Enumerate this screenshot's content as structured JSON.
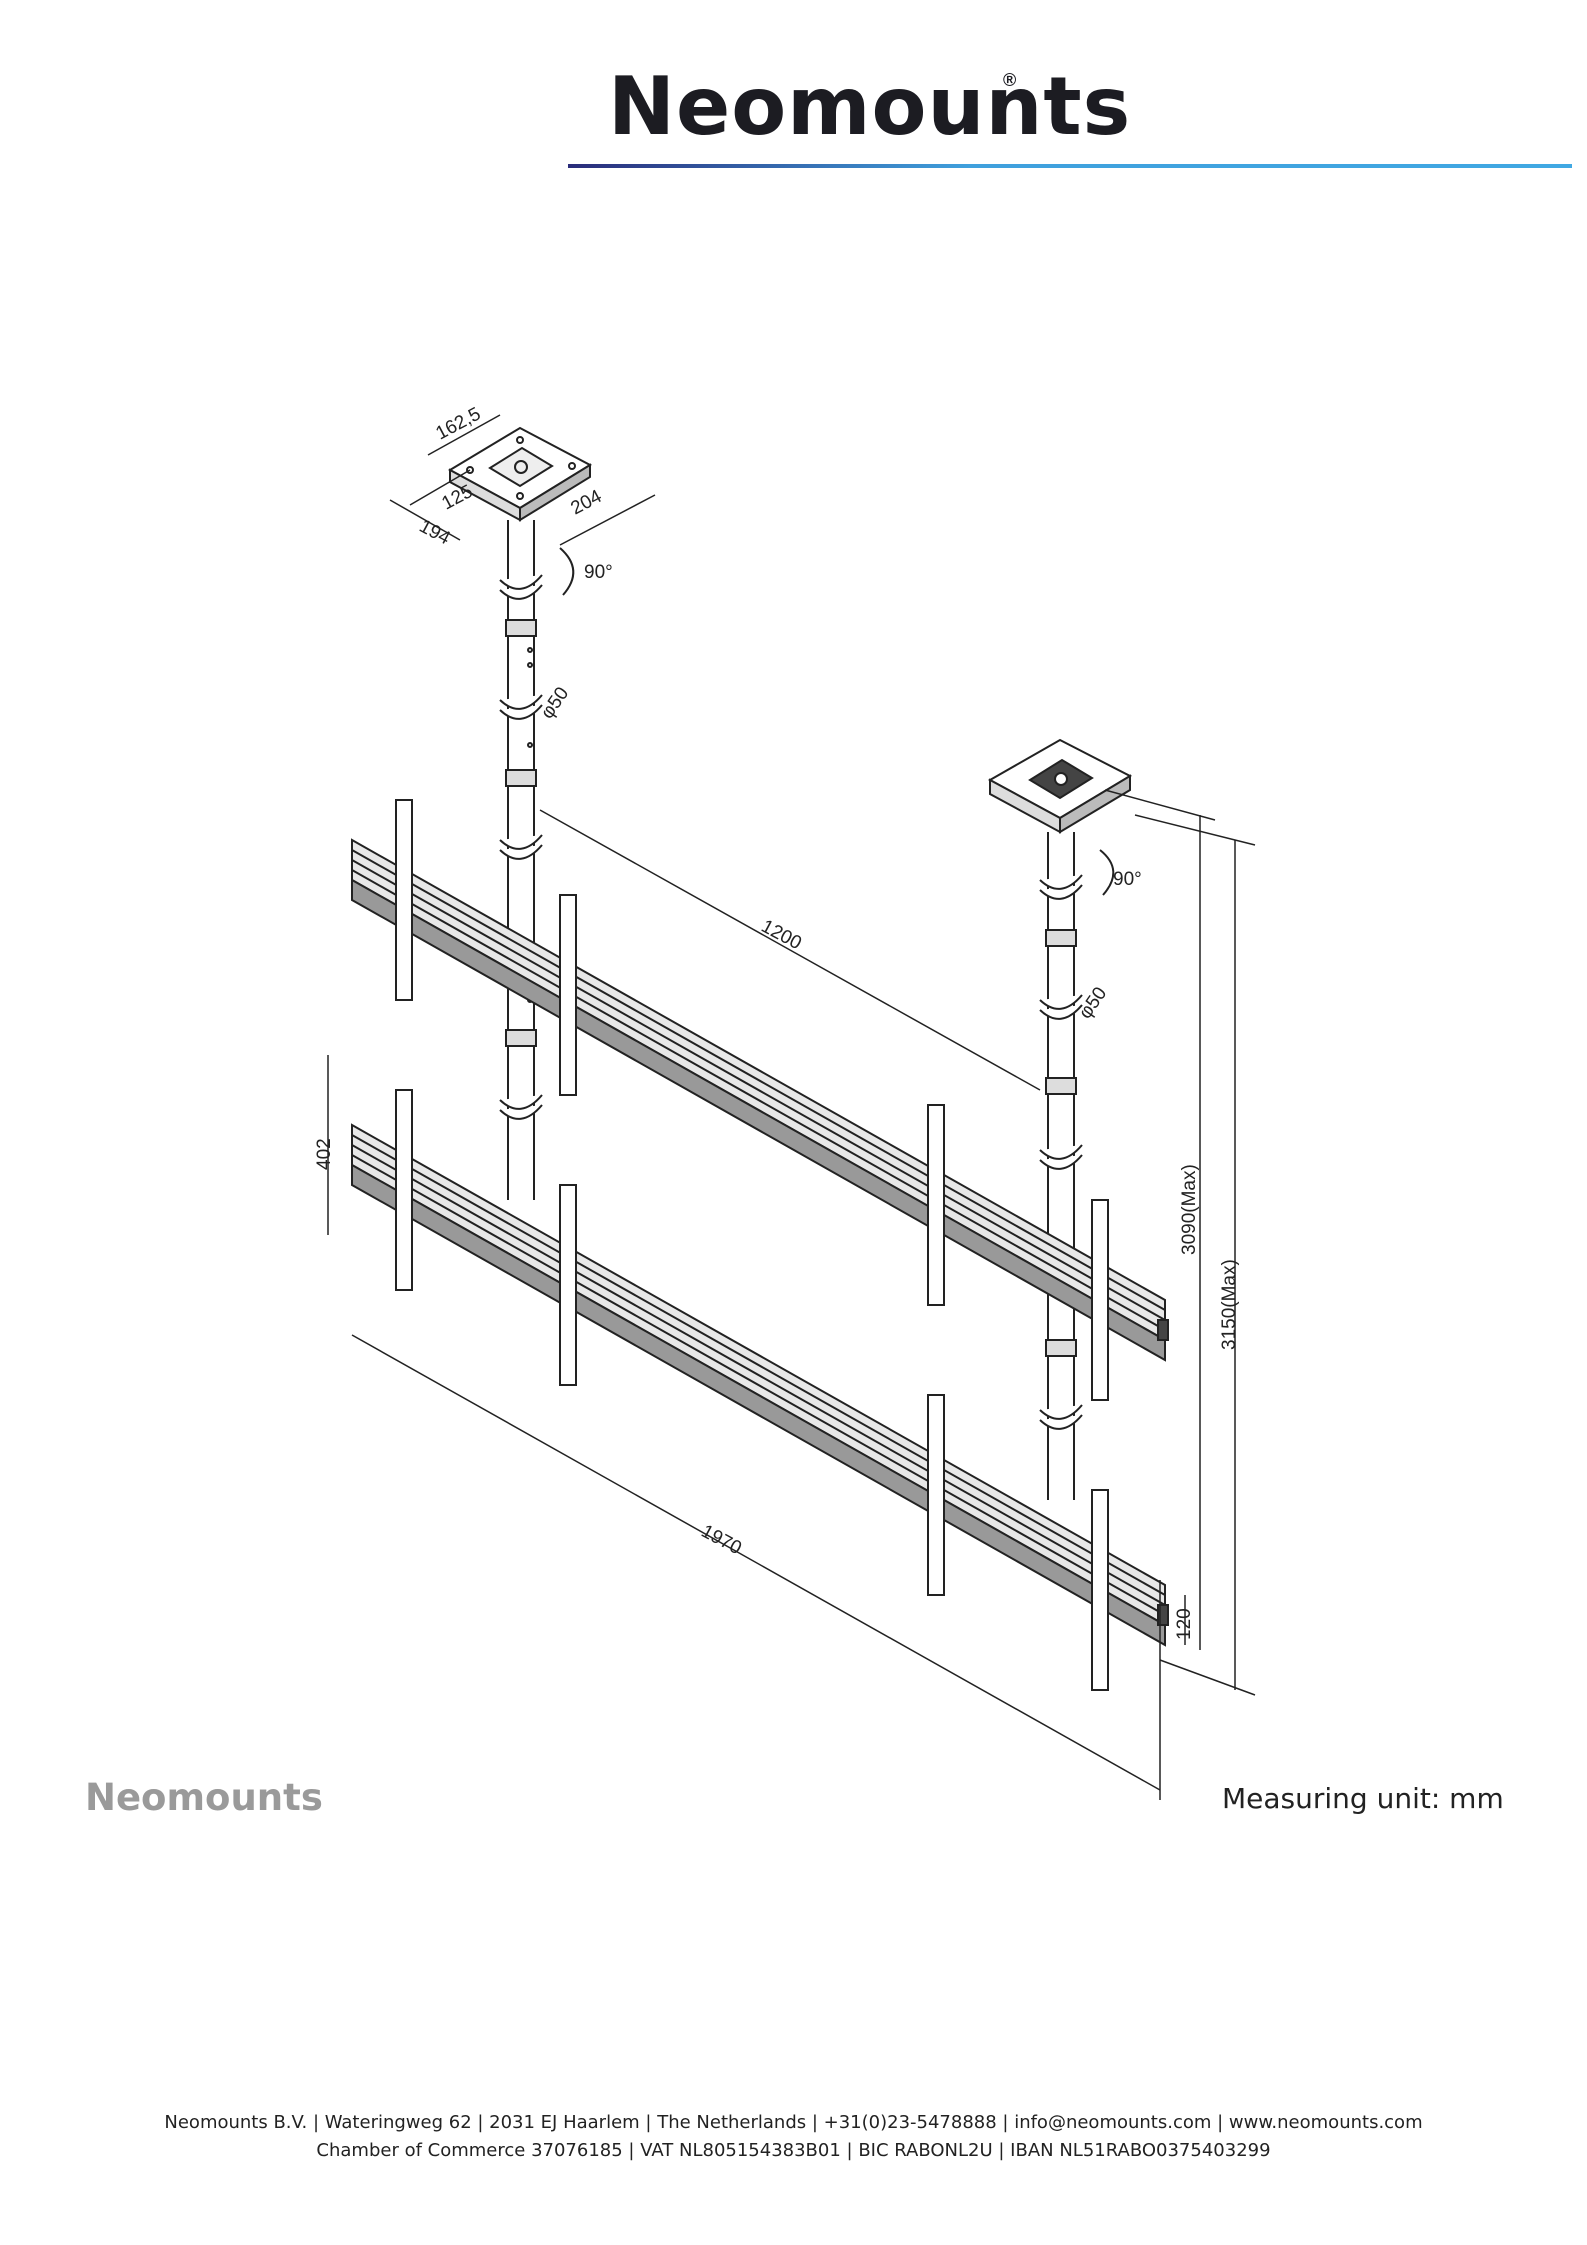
{
  "header": {
    "brand": "Neomounts",
    "registered_mark": "®",
    "accent_colors": {
      "dark": "#2a2c7a",
      "blue": "#40a8e3"
    }
  },
  "diagram": {
    "dimensions": {
      "plate_a": "162,5",
      "plate_b": "125",
      "plate_c": "194",
      "plate_d": "204",
      "rotation_1": "90°",
      "pole_diameter_1": "φ50",
      "pole_spacing": "1200",
      "rotation_2": "90°",
      "pole_diameter_2": "φ50",
      "rail_spacing": "402",
      "total_width": "1970",
      "height_3090": "3090(Max)",
      "height_3150": "3150(Max)",
      "rail_height": "120"
    }
  },
  "bottom": {
    "brand": "Neomounts",
    "measuring_unit": "Measuring unit: mm"
  },
  "footer": {
    "line1": "Neomounts B.V. | Wateringweg 62 | 2031 EJ Haarlem | The Netherlands | +31(0)23-5478888 | info@neomounts.com | www.neomounts.com",
    "line2": "Chamber of Commerce 37076185 | VAT NL805154383B01 | BIC RABONL2U | IBAN NL51RABO0375403299"
  }
}
